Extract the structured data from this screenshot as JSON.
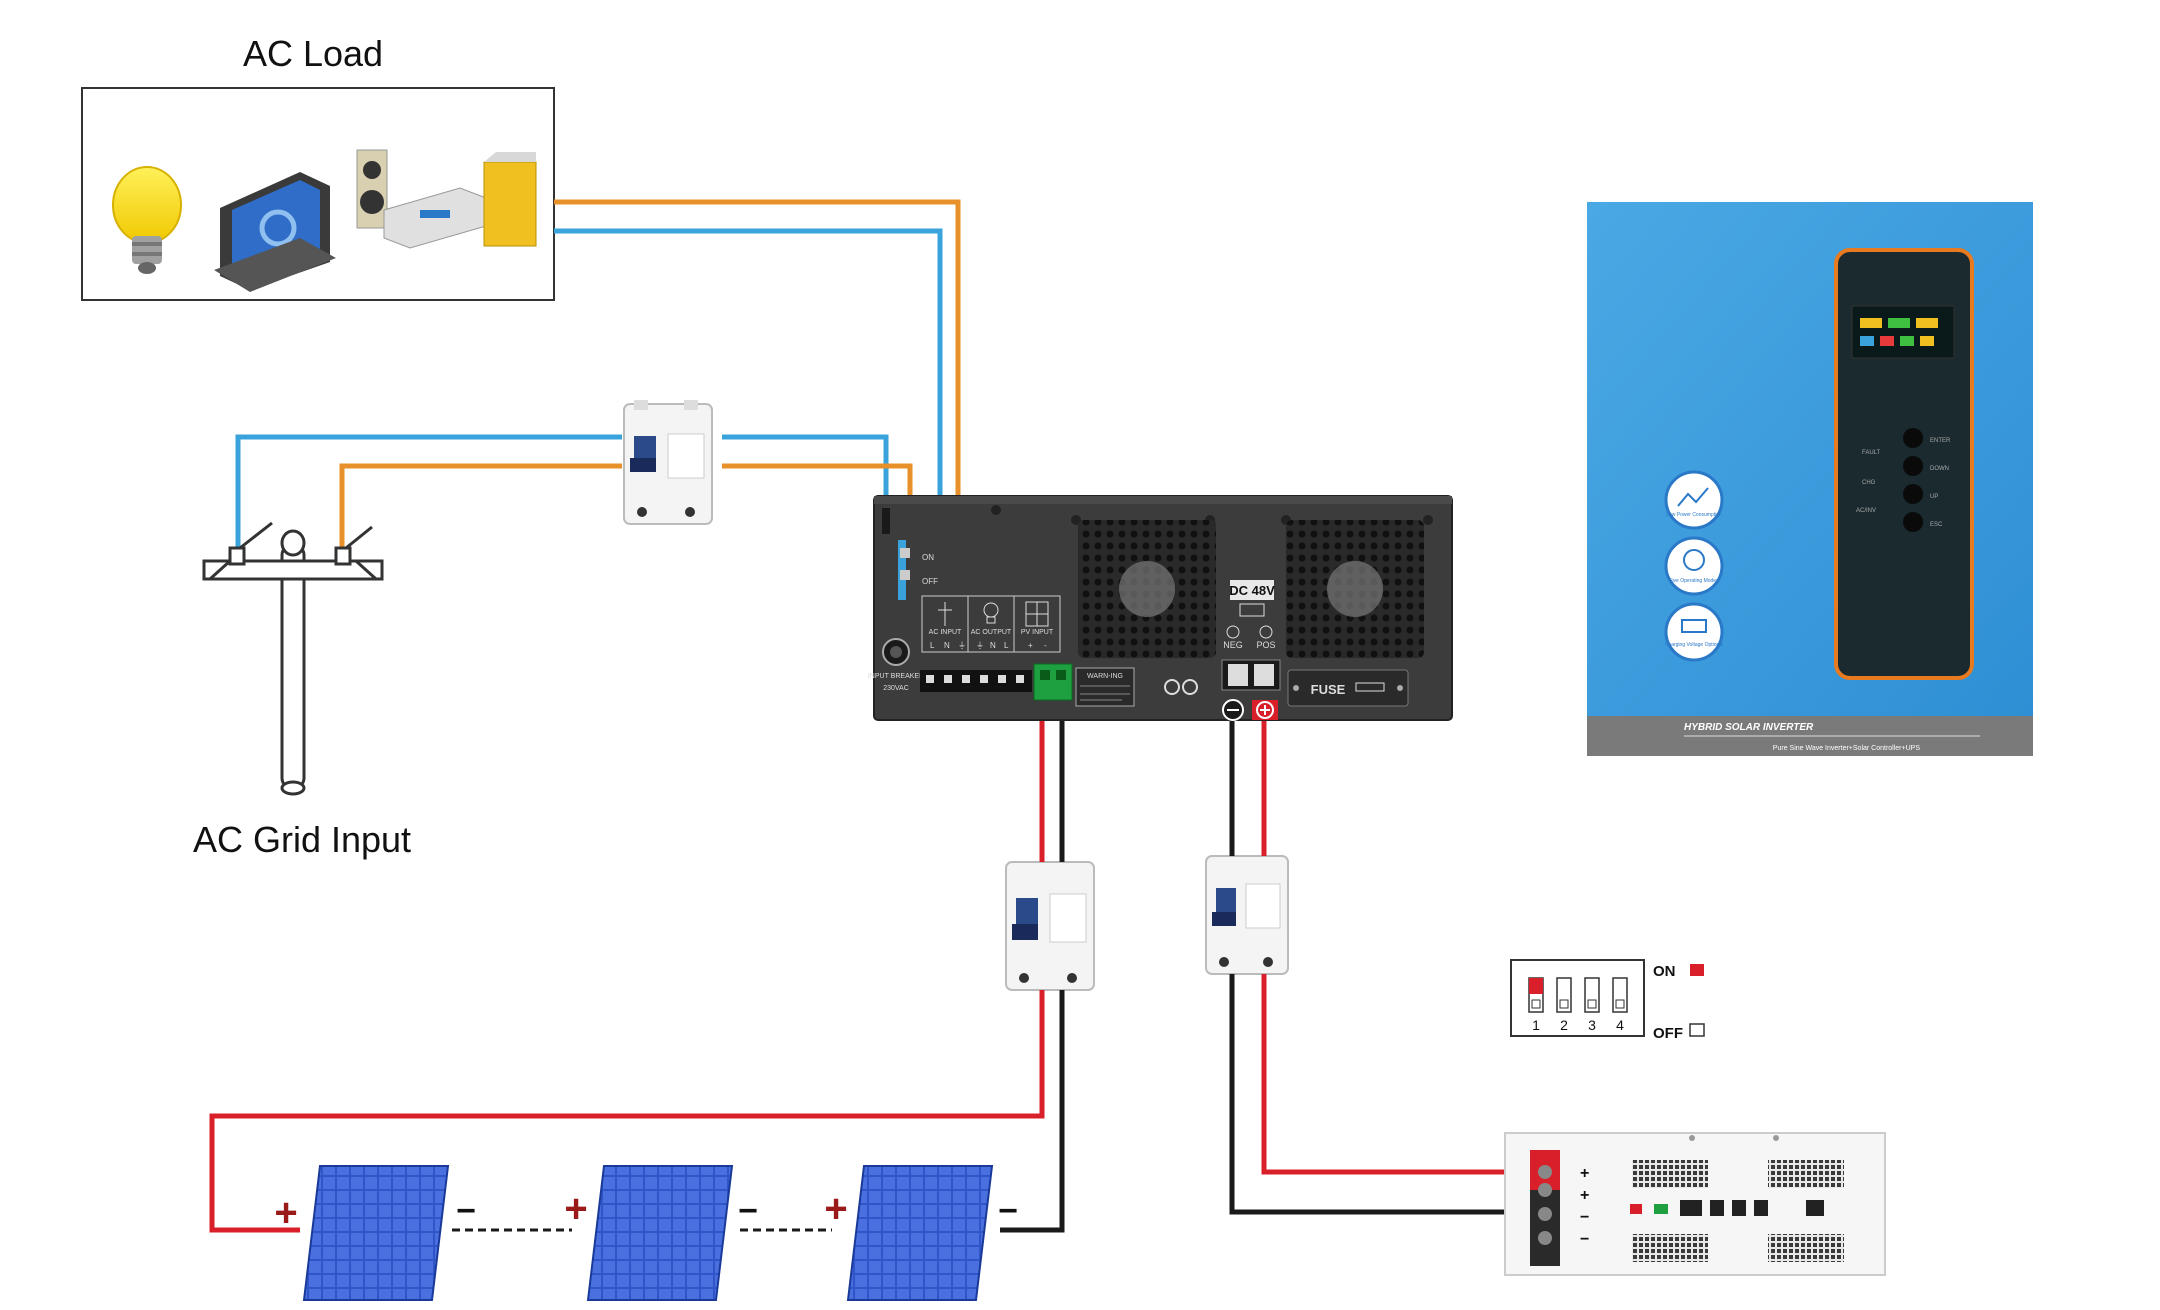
{
  "labels": {
    "ac_load": "AC Load",
    "ac_grid_input": "AC Grid Input"
  },
  "inverter_rear": {
    "dc_label": "DC 48V",
    "neg": "NEG",
    "pos": "POS",
    "fuse": "FUSE",
    "ac_input": "AC INPUT",
    "ac_output": "AC OUTPUT",
    "pv_input": "PV INPUT",
    "breaker": "INPUT BREAKER",
    "breaker_rating": "230VAC",
    "switch_on": "ON",
    "switch_off": "OFF",
    "warning": "WARN-ING",
    "terminals": [
      "L",
      "N",
      "⏚",
      "⏚",
      "N",
      "L",
      "+",
      "-"
    ]
  },
  "inverter_front": {
    "title": "HYBRID SOLAR INVERTER",
    "subtitle": "Pure Sine Wave Inverter+Solar Controller+UPS",
    "buttons": [
      "ENTER",
      "DOWN",
      "UP",
      "ESC"
    ],
    "indicators": [
      "FAULT",
      "CHG",
      "AC/INV"
    ],
    "features": [
      "Low Power Consumption",
      "Five Operating Modes",
      "Charging Voltage Optional"
    ]
  },
  "dip_switch": {
    "numbers": [
      "1",
      "2",
      "3",
      "4"
    ],
    "on_label": "ON",
    "off_label": "OFF"
  },
  "signs": {
    "plus": "+",
    "minus": "−"
  },
  "battery": {
    "terminal_signs": [
      "+",
      "+",
      "−",
      "−"
    ]
  },
  "colors": {
    "ac_live": "#e8912a",
    "ac_neutral": "#3aa3dc",
    "dc_pos": "#d9202a",
    "dc_neg": "#1a1a1a",
    "inverter_front": "#3a9fdc",
    "inverter_rear": "#3c3c3c",
    "solar_cell": "#3a5fd0"
  }
}
